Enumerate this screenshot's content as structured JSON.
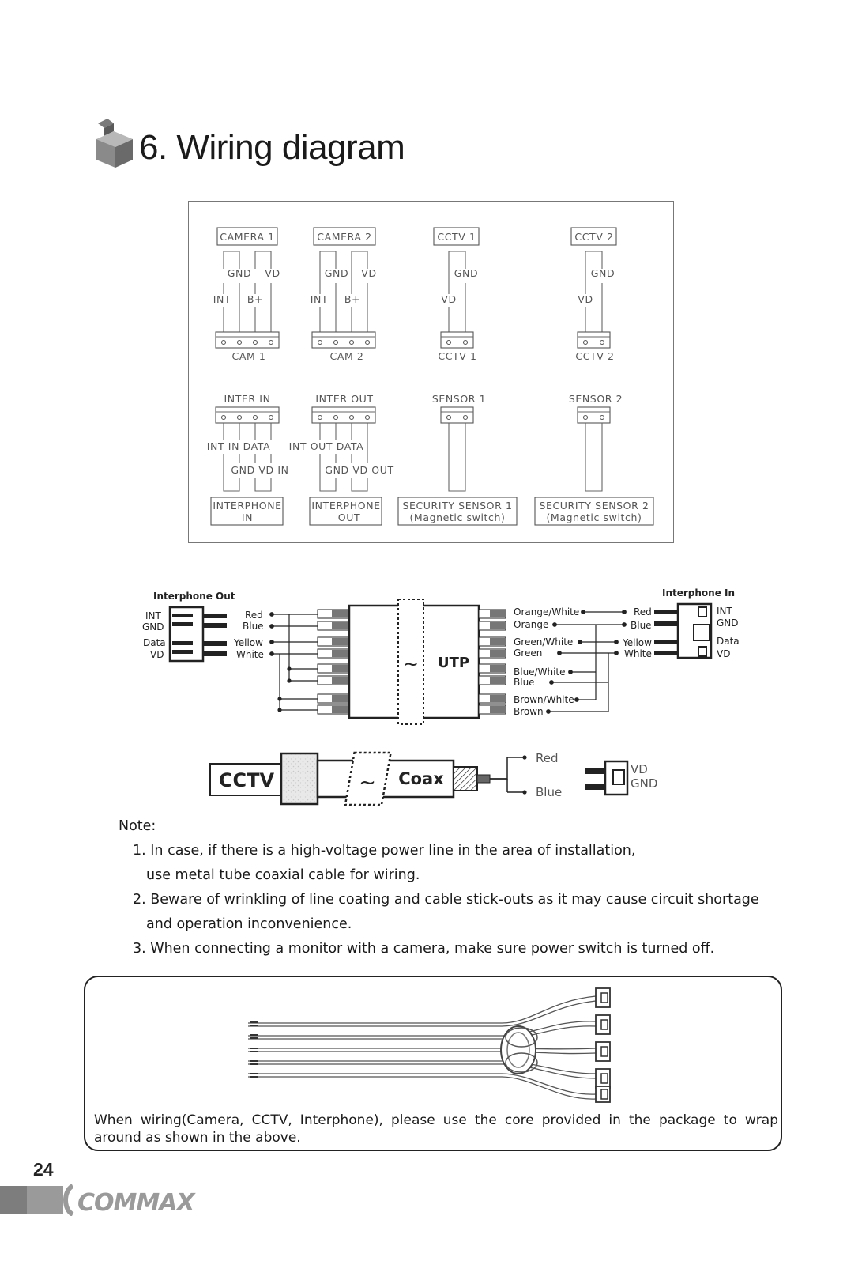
{
  "page": {
    "section_title": "6. Wiring diagram",
    "page_number": "24",
    "brand": "COMMAX"
  },
  "terminal_diagram": {
    "top_blocks": [
      {
        "name": "CAMERA  1",
        "connector": "CAM  1",
        "top_labels": [
          "GND",
          "VD"
        ],
        "mid_labels": [
          "INT",
          "B+"
        ]
      },
      {
        "name": "CAMERA  2",
        "connector": "CAM  2",
        "top_labels": [
          "GND",
          "VD"
        ],
        "mid_labels": [
          "INT",
          "B+"
        ]
      },
      {
        "name": "CCTV  1",
        "connector": "CCTV  1",
        "top_labels": [
          "GND"
        ],
        "mid_labels": [
          "VD"
        ]
      },
      {
        "name": "CCTV  2",
        "connector": "CCTV  2",
        "top_labels": [
          "GND"
        ],
        "mid_labels": [
          "VD"
        ]
      }
    ],
    "bottom_blocks": [
      {
        "connector": "INTER  IN",
        "labels_upper": "INT  IN  DATA",
        "labels_lower": "GND   VD  IN",
        "device_line1": "INTERPHONE",
        "device_line2": "IN"
      },
      {
        "connector": "INTER  OUT",
        "labels_upper": "INT  OUT  DATA",
        "labels_lower": "GND  VD  OUT",
        "device_line1": "INTERPHONE",
        "device_line2": "OUT"
      },
      {
        "connector": "SENSOR  1",
        "device_line1": "SECURITY  SENSOR  1",
        "device_line2": "(Magnetic  switch)"
      },
      {
        "connector": "SENSOR  2",
        "device_line1": "SECURITY  SENSOR  2",
        "device_line2": "(Magnetic  switch)"
      }
    ]
  },
  "utp_diagram": {
    "out_title": "Interphone Out",
    "in_title": "Interphone In",
    "out_pins": [
      "INT",
      "GND",
      "Data",
      "VD"
    ],
    "out_wires": [
      "Red",
      "Blue",
      "Yellow",
      "White"
    ],
    "cable_label": "UTP",
    "tilde": "~",
    "pair_labels": [
      "Orange/White",
      "Orange",
      "Green/White",
      "Green",
      "Blue/White",
      "Blue",
      "Brown/White",
      "Brown"
    ],
    "in_wires": [
      "Red",
      "Blue",
      "Yellow",
      "White"
    ],
    "in_pins": [
      "INT",
      "GND",
      "Data",
      "VD"
    ]
  },
  "coax_diagram": {
    "source": "CCTV",
    "cable_label": "Coax",
    "tilde": "~",
    "wires": [
      "Red",
      "Blue"
    ],
    "pins": [
      "VD",
      "GND"
    ]
  },
  "notes": {
    "heading": "Note:",
    "lines": [
      "1. In case, if there is a high-voltage power line in the area of installation,",
      "use metal tube coaxial cable for wiring.",
      "2. Beware of wrinkling of line coating and cable stick-outs as it may cause circuit shortage",
      "and operation inconvenience.",
      "3. When connecting a monitor with a camera, make sure power switch is turned off."
    ]
  },
  "core_note": "When wiring(Camera, CCTV, Interphone), please use the core provided in the package to wrap around as shown in the above."
}
